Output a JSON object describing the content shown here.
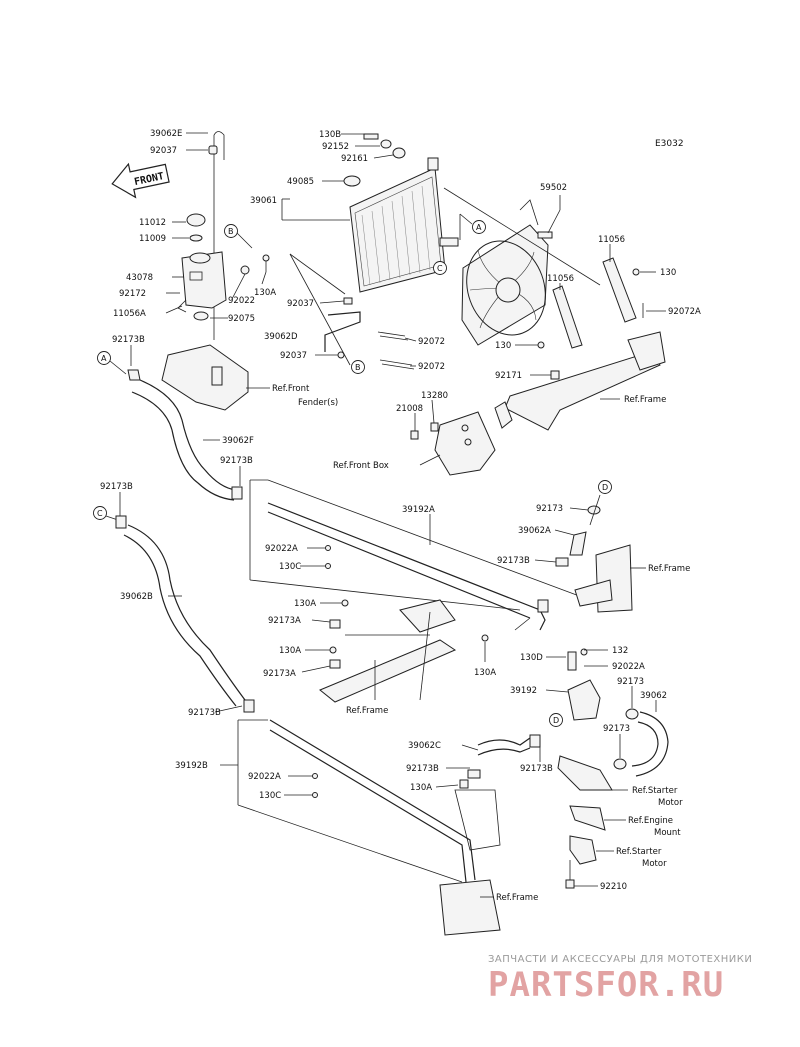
{
  "diagram_code": "E3032",
  "front_label": "FRONT",
  "callouts": {
    "A": "A",
    "B": "B",
    "C": "C",
    "D": "D"
  },
  "labels": {
    "l39062E": "39062E",
    "l92037a": "92037",
    "l11012": "11012",
    "l11009": "11009",
    "l43078": "43078",
    "l130A_tank": "130A",
    "l92172": "92172",
    "l92022": "92022",
    "l11056A": "11056A",
    "l92075": "92075",
    "l92173B_a": "92173B",
    "l130B": "130B",
    "l92152": "92152",
    "l92161": "92161",
    "l49085": "49085",
    "l39061": "39061",
    "l92037b": "92037",
    "l39062D": "39062D",
    "l92037c": "92037",
    "l92072a": "92072",
    "l92072b": "92072",
    "l59502": "59502",
    "l11056a": "11056",
    "l11056b": "11056",
    "l130_fan": "130",
    "l92072A": "92072A",
    "l130_fan2": "130",
    "l92171": "92171",
    "l13280": "13280",
    "l21008": "21008",
    "l39062F": "39062F",
    "l92173B_b": "92173B",
    "l92173B_c": "92173B",
    "l39192A": "39192A",
    "l92022A_a": "92022A",
    "l130C_a": "130C",
    "l92173": "92173",
    "l39062A": "39062A",
    "l92173B_d": "92173B",
    "l39062B": "39062B",
    "l130A_b": "130A",
    "l92173A_a": "92173A",
    "l130A_c": "130A",
    "l92173A_b": "92173A",
    "l130A_d": "130A",
    "l130D": "130D",
    "l132": "132",
    "l92022A_b": "92022A",
    "l92173b": "92173",
    "l39192": "39192",
    "l39062": "39062",
    "l92173c": "92173",
    "l92173B_e": "92173B",
    "l39192B": "39192B",
    "l92022A_c": "92022A",
    "l130C_b": "130C",
    "l39062C": "39062C",
    "l92173B_f": "92173B",
    "l130A_e": "130A",
    "l92210": "92210"
  },
  "refs": {
    "front_fender_1": "Ref.Front",
    "front_fender_2": "Fender(s)",
    "frame_1": "Ref.Frame",
    "front_box": "Ref.Front Box",
    "frame_2": "Ref.Frame",
    "frame_3": "Ref.Frame",
    "starter_1a": "Ref.Starter",
    "starter_1b": "Motor",
    "engine_mount_a": "Ref.Engine",
    "engine_mount_b": "Mount",
    "starter_2a": "Ref.Starter",
    "starter_2b": "Motor",
    "frame_4": "Ref.Frame"
  },
  "watermark": {
    "tagline": "ЗАПЧАСТИ И АКСЕССУАРЫ ДЛЯ МОТОТЕХНИКИ",
    "brand": "PARTSFOR.RU"
  }
}
